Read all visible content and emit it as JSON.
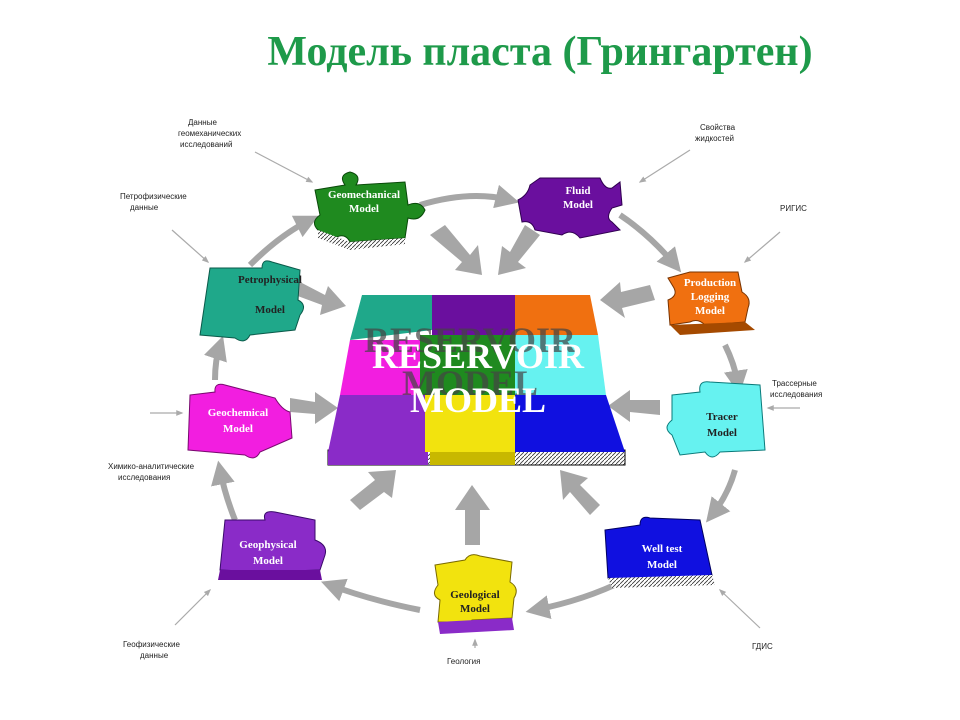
{
  "title": "Модель пласта (Грингартен)",
  "center": {
    "line1": "RESERVOIR",
    "line2": "MODEL"
  },
  "pieces": [
    {
      "id": "geomechanical",
      "line1": "Geomechanical",
      "line2": "Model",
      "color": "#1f8a1f"
    },
    {
      "id": "fluid",
      "line1": "Fluid",
      "line2": "Model",
      "color": "#6a0f9e"
    },
    {
      "id": "production",
      "line1": "Production",
      "line2": "Logging",
      "line3": "Model",
      "color": "#f07010"
    },
    {
      "id": "tracer",
      "line1": "Tracer",
      "line2": "Model",
      "color": "#66f2f0"
    },
    {
      "id": "welltest",
      "line1": "Well test",
      "line2": "Model",
      "color": "#1010e0"
    },
    {
      "id": "geological",
      "line1": "Geological",
      "line2": "Model",
      "color": "#f2e30e"
    },
    {
      "id": "geophysical",
      "line1": "Geophysical",
      "line2": "Model",
      "color": "#8a2bc8"
    },
    {
      "id": "geochemical",
      "line1": "Geochemical",
      "line2": "Model",
      "color": "#f21ee0"
    },
    {
      "id": "petrophysical",
      "line1": "Petrophysical",
      "line2": "Model",
      "color": "#1fa88a"
    }
  ],
  "sources": {
    "geomech": [
      "Данные",
      "геомеханических",
      "исследований"
    ],
    "fluid": [
      "Свойства",
      "жидкостей"
    ],
    "pgis": [
      "РИГИС"
    ],
    "petro": [
      "Петрофизические",
      "данные"
    ],
    "tracer": [
      "Трассерные",
      "исследования"
    ],
    "chem": [
      "Химико-аналитические",
      "исследования"
    ],
    "geophys": [
      "Геофизические",
      "данные"
    ],
    "geology": [
      "Геология"
    ],
    "gdis": [
      "ГДИС"
    ]
  },
  "colors": {
    "title": "#1e9a4a",
    "ring_arrow": "#a6a6a6",
    "core_teal": "#1fa88a",
    "core_purple": "#6a0f9e",
    "core_orange": "#f07010",
    "core_magenta": "#f21ee0",
    "core_green": "#1f8a1f",
    "core_cyan": "#66f2f0",
    "core_violet": "#8a2bc8",
    "core_yellow": "#f2e30e",
    "core_blue": "#1010e0"
  }
}
